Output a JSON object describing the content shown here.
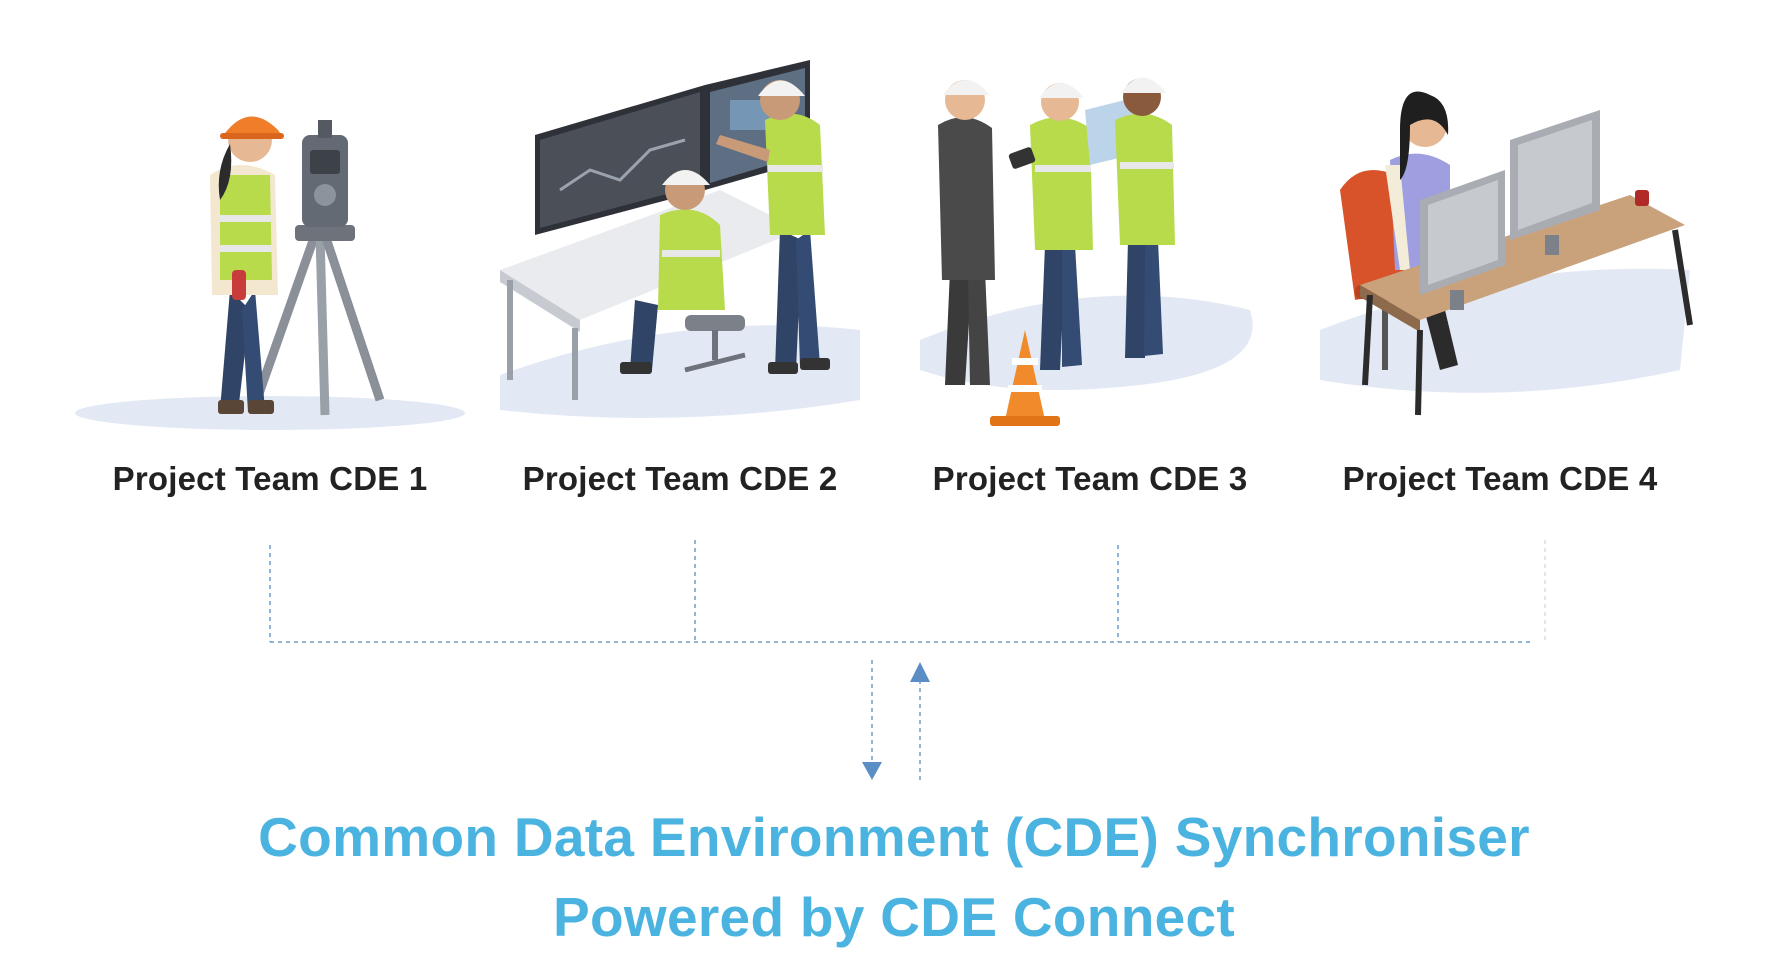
{
  "teams": [
    {
      "label": "Project Team CDE 1",
      "scene": "surveyor-with-tripod"
    },
    {
      "label": "Project Team CDE 2",
      "scene": "engineers-at-workstation"
    },
    {
      "label": "Project Team CDE 3",
      "scene": "site-team-reviewing-plans"
    },
    {
      "label": "Project Team CDE 4",
      "scene": "office-worker-at-desk"
    }
  ],
  "synchroniser": {
    "title": "Common Data Environment (CDE) Synchroniser",
    "subtitle": "Powered by CDE Connect"
  },
  "colors": {
    "accent": "#4ab3e0",
    "label": "#222222",
    "connector": "#6f9bc7",
    "shadow": "#e3e9f4",
    "vest": "#b8db4c",
    "hardhat_orange": "#f07d2a",
    "hardhat_white": "#f2f2f2",
    "navy": "#2f4466"
  }
}
